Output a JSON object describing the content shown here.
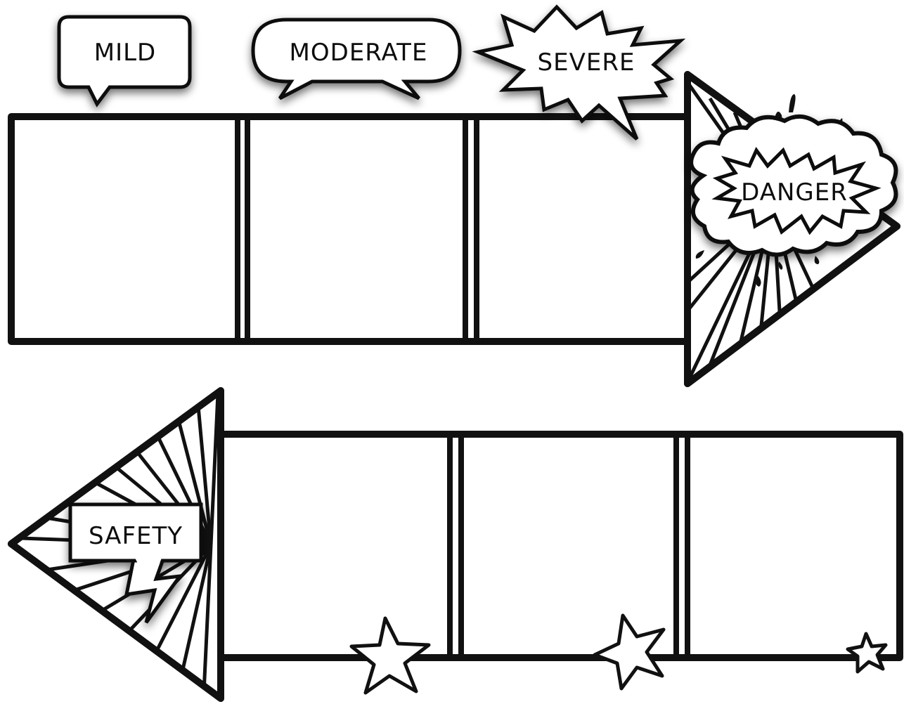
{
  "labels": {
    "mild": "MILD",
    "moderate": "MODERATE",
    "severe": "SEVERE",
    "danger": "DANGER",
    "safety": "SAFETY"
  },
  "colors": {
    "ink": "#111111",
    "paper": "#ffffff",
    "shadow": "#000000"
  }
}
